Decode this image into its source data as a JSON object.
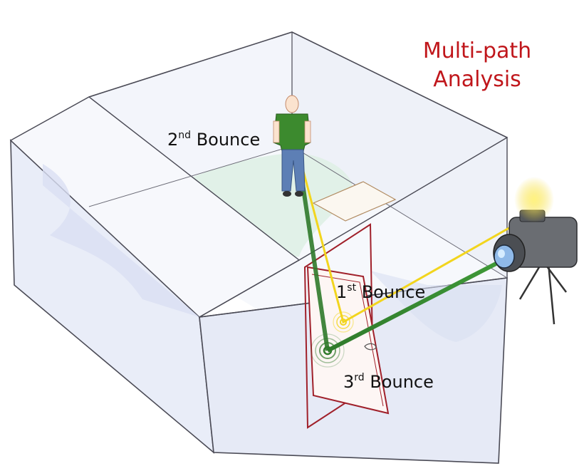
{
  "title": {
    "line1": "Multi-path",
    "line2": "Analysis"
  },
  "labels": {
    "bounce1": {
      "num": "1",
      "suffix": "st",
      "word": "Bounce"
    },
    "bounce2": {
      "num": "2",
      "suffix": "nd",
      "word": "Bounce"
    },
    "bounce3": {
      "num": "3",
      "suffix": "rd",
      "word": "Bounce"
    }
  },
  "colors": {
    "title": "#c0161b",
    "yellow_path": "#f2d51e",
    "green_path": "#2f7a2b",
    "door": "#a0202a",
    "wall_fill": "#eef1f9",
    "wall_stroke": "#555566",
    "floor_tint": "#dff0e6"
  },
  "icons": [
    "person-icon",
    "camera-icon",
    "door-icon",
    "tripod-icon"
  ]
}
